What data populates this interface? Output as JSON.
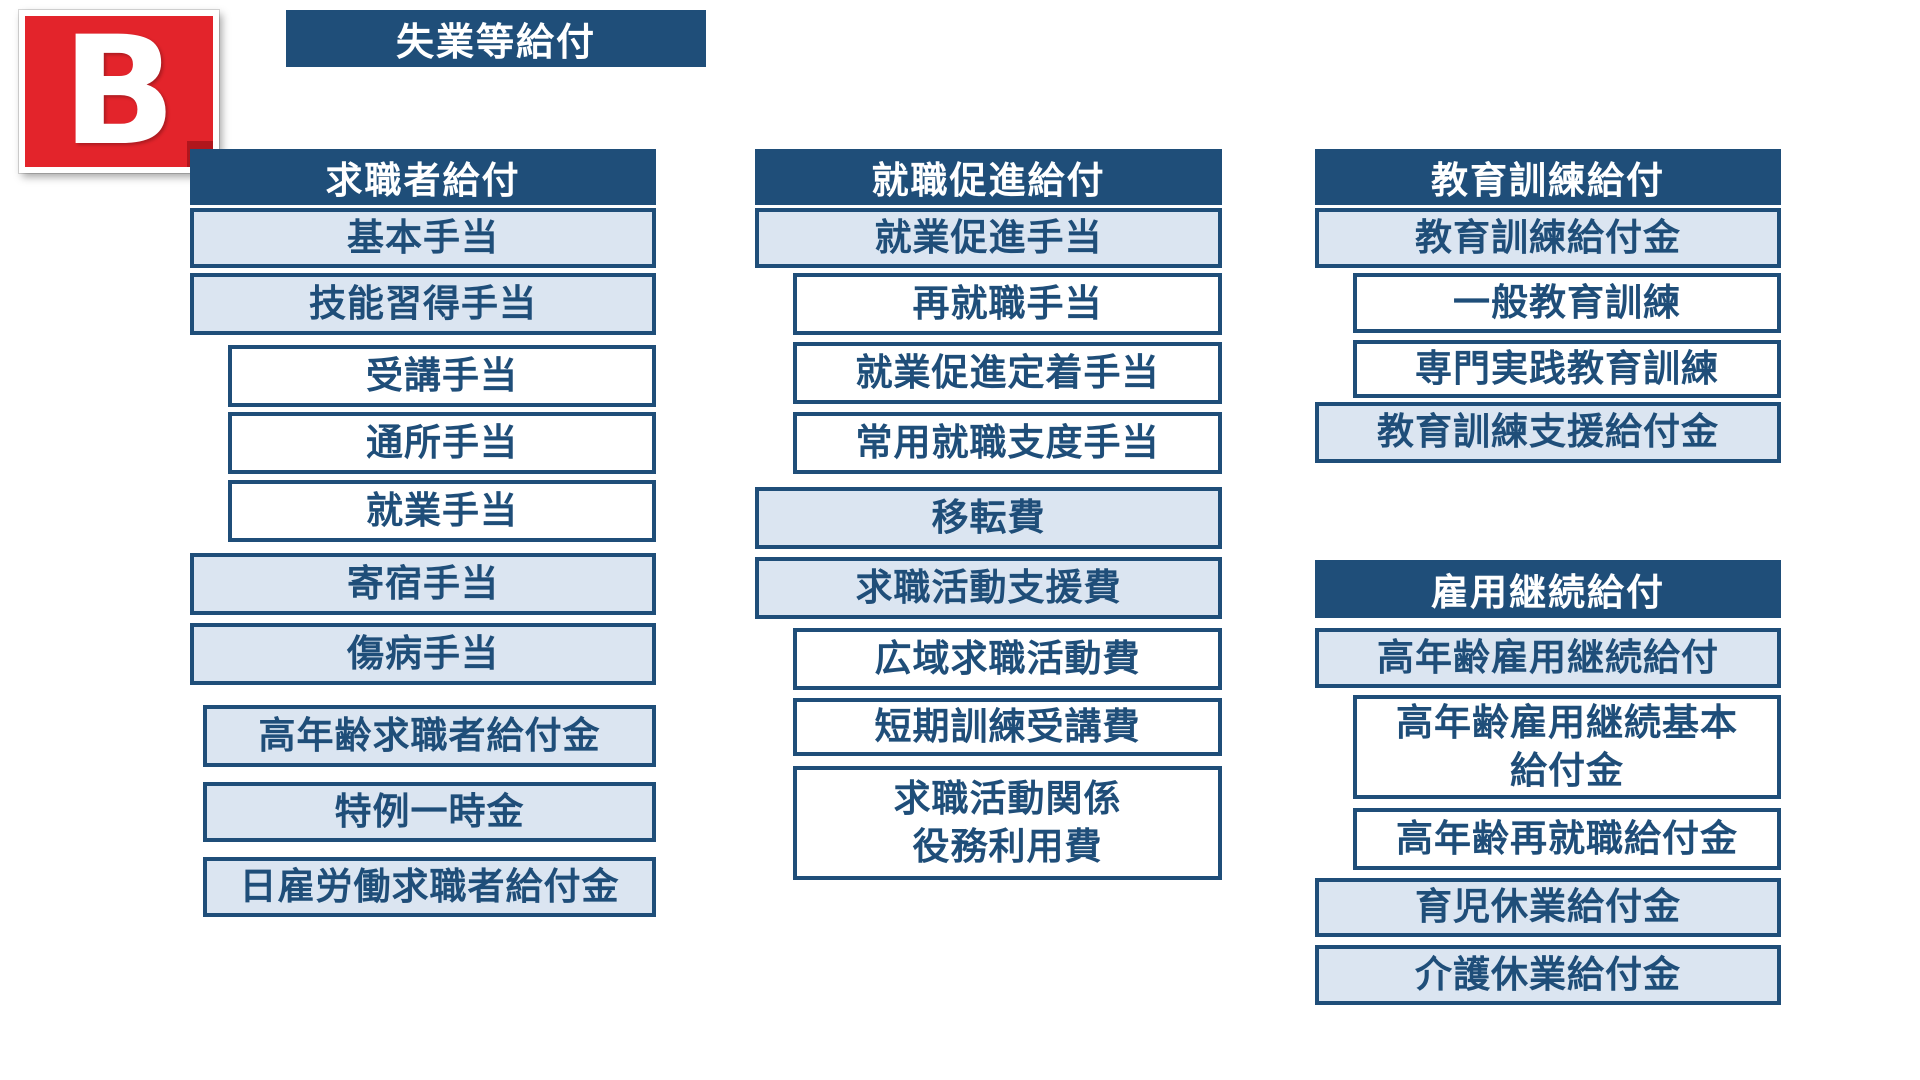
{
  "badge": {
    "letter": "B"
  },
  "title": "失業等給付",
  "colors": {
    "header_bg": "#1f4e79",
    "light_box_bg": "#dbe5f1",
    "white_box_bg": "#ffffff",
    "box_border": "#1f4e79",
    "box_text": "#1f4e79",
    "badge_red": "#e3242b",
    "badge_dark_red": "#b0161d"
  },
  "columns": [
    {
      "header": "求職者給付",
      "items": [
        "基本手当",
        "技能習得手当",
        "受講手当",
        "通所手当",
        "就業手当",
        "寄宿手当",
        "傷病手当",
        "高年齢求職者給付金",
        "特例一時金",
        "日雇労働求職者給付金"
      ]
    },
    {
      "header": "就職促進給付",
      "items": [
        "就業促進手当",
        "再就職手当",
        "就業促進定着手当",
        "常用就職支度手当",
        "移転費",
        "求職活動支援費",
        "広域求職活動費",
        "短期訓練受講費",
        "求職活動関係\n役務利用費"
      ]
    },
    {
      "header": "教育訓練給付",
      "items": [
        "教育訓練給付金",
        "一般教育訓練",
        "専門実践教育訓練",
        "教育訓練支援給付金"
      ]
    },
    {
      "header": "雇用継続給付",
      "items": [
        "高年齢雇用継続給付",
        "高年齢雇用継続基本\n給付金",
        "高年齢再就職給付金",
        "育児休業給付金",
        "介護休業給付金"
      ]
    }
  ]
}
